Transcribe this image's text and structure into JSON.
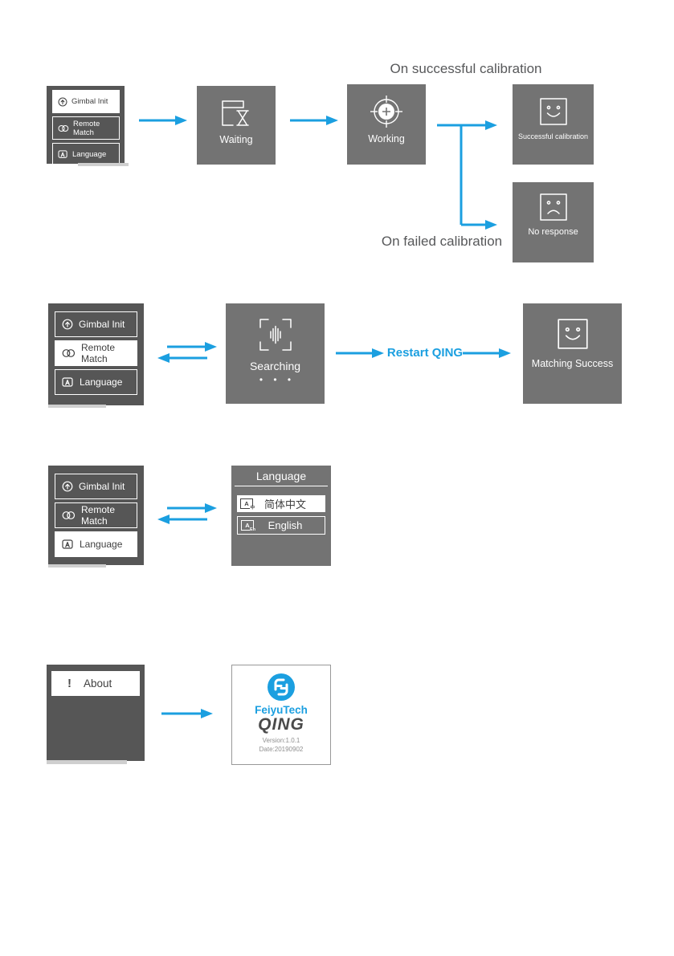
{
  "colors": {
    "accent_blue": "#1b9fe0",
    "screen_gray": "#737373",
    "menu_gray": "#565656",
    "annotation_gray": "#57585a",
    "brand_blue": "#1b9fe0",
    "product_gray": "#4a4a4a"
  },
  "menu": {
    "items": [
      {
        "label": "Gimbal Init",
        "icon": "gimbal-init-icon"
      },
      {
        "label": "Remote Match",
        "icon": "remote-match-icon"
      },
      {
        "label": "Language",
        "icon": "language-icon"
      }
    ]
  },
  "screens": {
    "waiting": {
      "label": "Waiting",
      "icon": "hourglass-list-icon"
    },
    "working": {
      "label": "Working",
      "icon": "crosshair-icon"
    },
    "success": {
      "label": "Successful calibration",
      "icon": "smiley-icon"
    },
    "no_response": {
      "label": "No response",
      "icon": "sad-face-icon"
    },
    "searching": {
      "label": "Searching",
      "dots": "• • •",
      "icon": "viewfinder-audio-icon"
    },
    "matching": {
      "label": "Matching Success",
      "icon": "smiley-icon"
    },
    "language": {
      "title": "Language",
      "options": [
        {
          "label": "简体中文"
        },
        {
          "label": "English"
        }
      ]
    },
    "about_menu": {
      "label": "About"
    },
    "about": {
      "brand": "FeiyuTech",
      "product": "QING",
      "version": "Version:1.0.1",
      "date": "Date:20190902"
    }
  },
  "icons": {
    "about_mark": "!",
    "lang_zh": {
      "main": "A",
      "sub": "中"
    },
    "lang_en": {
      "main": "A",
      "sub": "En"
    }
  },
  "annotations": {
    "on_success": "On successful calibration",
    "on_failed": "On failed calibration",
    "restart": "Restart QING"
  }
}
